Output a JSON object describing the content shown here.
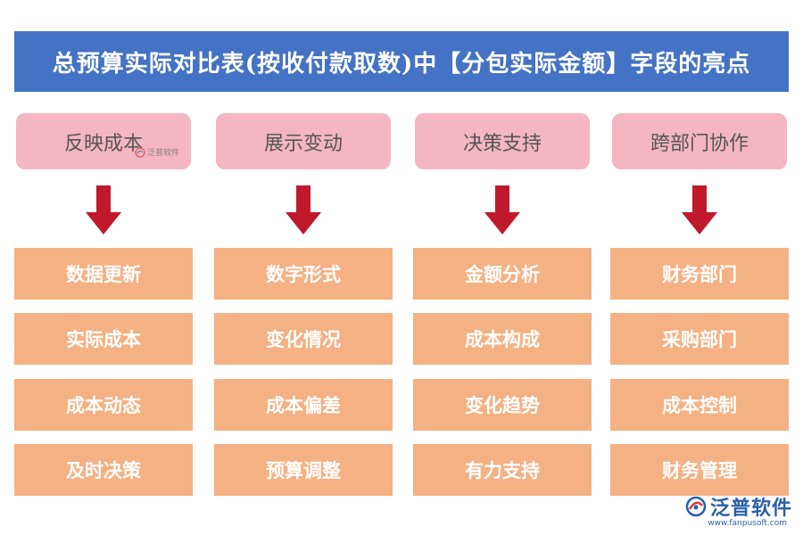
{
  "title": "总预算实际对比表(按收付款取数)中【分包实际金额】字段的亮点",
  "colors": {
    "title_bar": "#4472c4",
    "header_box": "#f4b6c2",
    "item_box": "#f4b183",
    "arrow": "#c0192c"
  },
  "columns": [
    {
      "header": "反映成本",
      "items": [
        "数据更新",
        "实际成本",
        "成本动态",
        "及时决策"
      ]
    },
    {
      "header": "展示变动",
      "items": [
        "数字形式",
        "变化情况",
        "成本偏差",
        "预算调整"
      ]
    },
    {
      "header": "决策支持",
      "items": [
        "金额分析",
        "成本构成",
        "变化趋势",
        "有力支持"
      ]
    },
    {
      "header": "跨部门协作",
      "items": [
        "财务部门",
        "采购部门",
        "成本控制",
        "财务管理"
      ]
    }
  ],
  "watermark": {
    "mini_text": "泛普软件",
    "logo_text": "泛普软件",
    "logo_url": "www.fanpusoft.com",
    "icon": "fanpu-logo-icon"
  }
}
